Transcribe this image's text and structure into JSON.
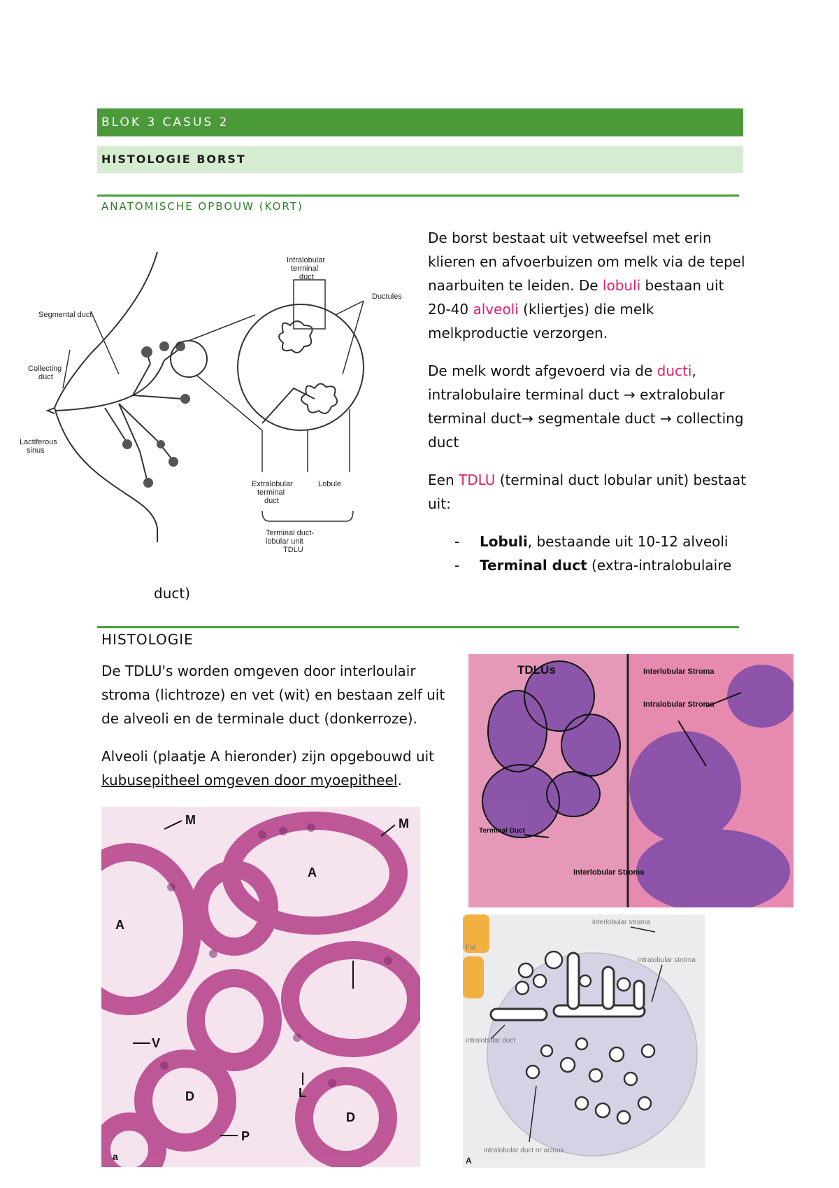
{
  "header": {
    "block_title": "BLOK 3 CASUS 2",
    "subtitle": "HISTOLOGIE BORST"
  },
  "anatomy": {
    "heading": "ANATOMISCHE OPBOUW (KORT)",
    "para1_a": "De borst bestaat uit vetweefsel met erin klieren en afvoerbuizen om melk via de tepel naarbuiten te leiden. De ",
    "para1_lobuli": "lobuli",
    "para1_b": " bestaan uit 20-40 ",
    "para1_alveoli": "alveoli",
    "para1_c": " (kliertjes) die melk melkproductie verzorgen.",
    "para2_a": "De melk wordt afgevoerd via de ",
    "para2_ducti": "ducti",
    "para2_b": ", intralobulaire terminal duct → extralobular terminal duct→ segmentale duct → collecting duct",
    "para3_a": "Een ",
    "para3_tdlu": "TDLU",
    "para3_b": " (terminal duct lobular unit) bestaat uit:",
    "bullet1_bold": "Lobuli",
    "bullet1_rest": ", bestaande uit 10-12 alveoli",
    "bullet2_bold": "Terminal duct",
    "bullet2_rest": " (extra-intralobulaire",
    "bullet2_wrap": "duct)",
    "diagram_labels": {
      "intralobular": "Intralobular terminal duct",
      "segmental": "Segmental duct",
      "ductules": "Ductules",
      "collecting": "Collecting duct",
      "lactiferous": "Lactiferous sinus",
      "extralobular": "Extralobular terminal duct",
      "lobule": "Lobule",
      "tdlu": "Terminal duct-lobular unit TDLU"
    }
  },
  "histology": {
    "heading": "HISTOLOGIE",
    "para1": "De TDLU's worden omgeven door interloulair stroma (lichtroze) en vet (wit) en bestaan zelf uit de alveoli en de terminale duct (donkerroze).",
    "para2_a": "Alveoli (plaatje A hieronder) zijn opgebouwd uit ",
    "para2_u": "kubusepitheel omgeven door myoepitheel",
    "para2_b": ".",
    "micro_labels": {
      "m1": "M",
      "m2": "M",
      "a1": "A",
      "a2": "A",
      "v": "V",
      "d1": "D",
      "d2": "D",
      "l": "L",
      "p": "P",
      "corner": "a"
    },
    "tdlu_labels": {
      "tdlus": "TDLUs",
      "terminal": "Terminal Duct",
      "interlobular1": "Interlobular Stroma",
      "interlobular2": "Interlobular Stroma",
      "intralobular": "Intralobular Stroma"
    },
    "schema_labels": {
      "fat": "Fat",
      "interlobular": "interlobular stroma",
      "intralobular_stroma": "intralobular stroma",
      "intralobular_duct": "intralobular duct",
      "acinus": "intralobular duct or acinus",
      "corner": "A"
    }
  }
}
